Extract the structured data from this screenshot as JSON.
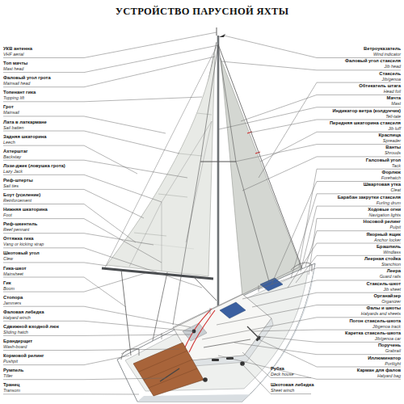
{
  "diagram": {
    "title": "УСТРОЙСТВО ПАРУСНОЙ ЯХТЫ",
    "labels": [
      "УКВ антенна",
      "VHF aerial",
      "Топ мачты",
      "Mast head",
      "Фаловый угол грота",
      "Mainsail head",
      "Топенант гика",
      "Topping lift",
      "Грот",
      "Mainsail",
      "Лата в латкармане",
      "Sail batten",
      "Задняя шкаторина",
      "Leech",
      "Ахтерштаг",
      "Backstay",
      "Лэзи-джек (ловушка грота)",
      "Lazy Jack",
      "Риф-штерты",
      "Sail ties",
      "Боут (усиление)",
      "Reinforcement",
      "Нижняя шкаторина",
      "Foot",
      "Риф-шкентель",
      "Reef pennant",
      "Оттяжка гика",
      "Vang or kicking strap",
      "Шкотовый угол",
      "Clew",
      "Гика-шкот",
      "Mainsheet",
      "Гик",
      "Boom",
      "Стопора",
      "Jammers",
      "Фаловая лебедка",
      "Halyard winch",
      "Сдвижной входной люк",
      "Sliding hatch",
      "Брандерщит",
      "Wash-board",
      "Кормовой релинг",
      "Pushpit",
      "Румпель",
      "Tiller",
      "Транец",
      "Transom",
      "Ветроуказатель",
      "Wind indicator",
      "Фаловый угол стакселя",
      "Jib head",
      "Стаксель",
      "Jib/genoa",
      "Обтекатель штага",
      "Head foil",
      "Мачта",
      "Mast",
      "Индикатор ветра (колдунчик)",
      "Tell-tale",
      "Передняя шкаторина стакселя",
      "Jib luff",
      "Краспица",
      "Spreader",
      "Ванты",
      "Shrouds",
      "Галсовый угол",
      "Tack",
      "Форлюк",
      "Forehatch",
      "Швартовая утка",
      "Cleat",
      "Барабан закрутки стакселя",
      "Furling drum",
      "Ходовые огни",
      "Navigation lights",
      "Носовой релинг",
      "Pulpit",
      "Якорный ящик",
      "Anchor locker",
      "Брашпиль",
      "Windlass",
      "Леерная стойка",
      "Stanchion",
      "Леера",
      "Guard rails",
      "Стаксель-шкот",
      "Jib sheet",
      "Органайзер",
      "Organizer",
      "Фалы и шкоты",
      "Halyards and sheets",
      "Погон стаксель-шкота",
      "Jibgenoa track",
      "Каретка стаксель-шкота",
      "Jib/genoa car",
      "Поручень",
      "Grabrail",
      "Иллюминатор",
      "Portlight",
      "Карман для фалов",
      "Halyard bag",
      "Рубка",
      "Deck house",
      "Шкотовая лебедка",
      "Sheet winch"
    ]
  }
}
